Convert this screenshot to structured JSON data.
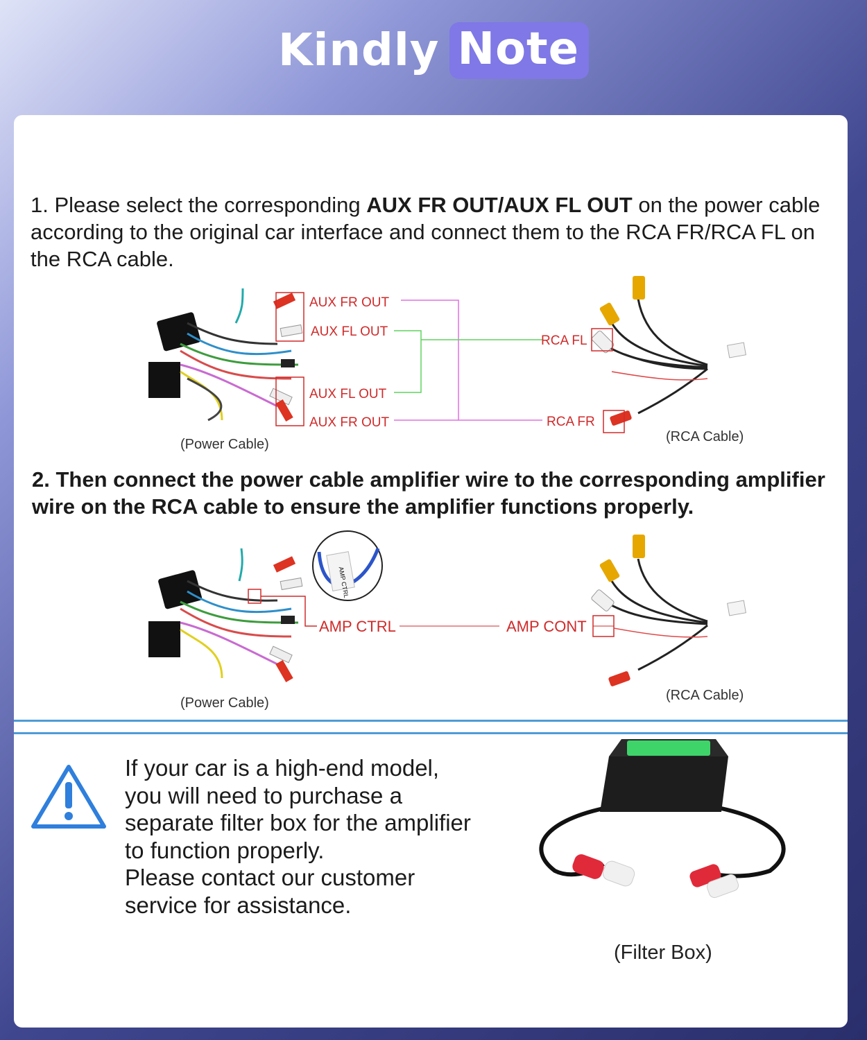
{
  "header": {
    "title_part1": "Kindly",
    "title_part2": "Note"
  },
  "step1": {
    "number": "1.",
    "text_a": "Please select the corresponding ",
    "bold_a": "AUX FR OUT/AUX FL OUT",
    "text_b": " on the power cable according to the original car interface and connect them to the RCA FR/RCA FL on the RCA cable.",
    "labels": {
      "aux_fr_out_top": "AUX FR OUT",
      "aux_fl_out_top": "AUX FL OUT",
      "aux_fl_out_bottom": "AUX FL OUT",
      "aux_fr_out_bottom": "AUX FR OUT",
      "rca_fl": "RCA FL",
      "rca_fr": "RCA FR",
      "power_caption": "(Power Cable)",
      "rca_caption": "(RCA Cable)"
    }
  },
  "step2": {
    "text": "2. Then connect the power cable amplifier wire to the corresponding amplifier wire on the RCA cable to ensure the amplifier functions properly.",
    "labels": {
      "amp_ctrl": "AMP CTRL",
      "amp_cont": "AMP CONT",
      "zoom_label": "AMP CTRL",
      "power_caption": "(Power Cable)",
      "rca_caption": "(RCA Cable)"
    }
  },
  "warning": {
    "line1": "If your car is a high-end model,",
    "line2": "you will need to purchase a",
    "line3": "separate filter box for the amplifier",
    "line4": "to function properly.",
    "line5": "Please contact our customer",
    "line6": "service for assistance.",
    "filter_caption": "(Filter Box)",
    "icon": "warning-triangle-icon"
  },
  "colors": {
    "accent": "#7f78e6",
    "line_magenta": "#e070e0",
    "line_green": "#5fd45f",
    "label_red": "#d02a2a",
    "separator": "#4f9bd6",
    "warning_blue": "#2f7fdc"
  }
}
